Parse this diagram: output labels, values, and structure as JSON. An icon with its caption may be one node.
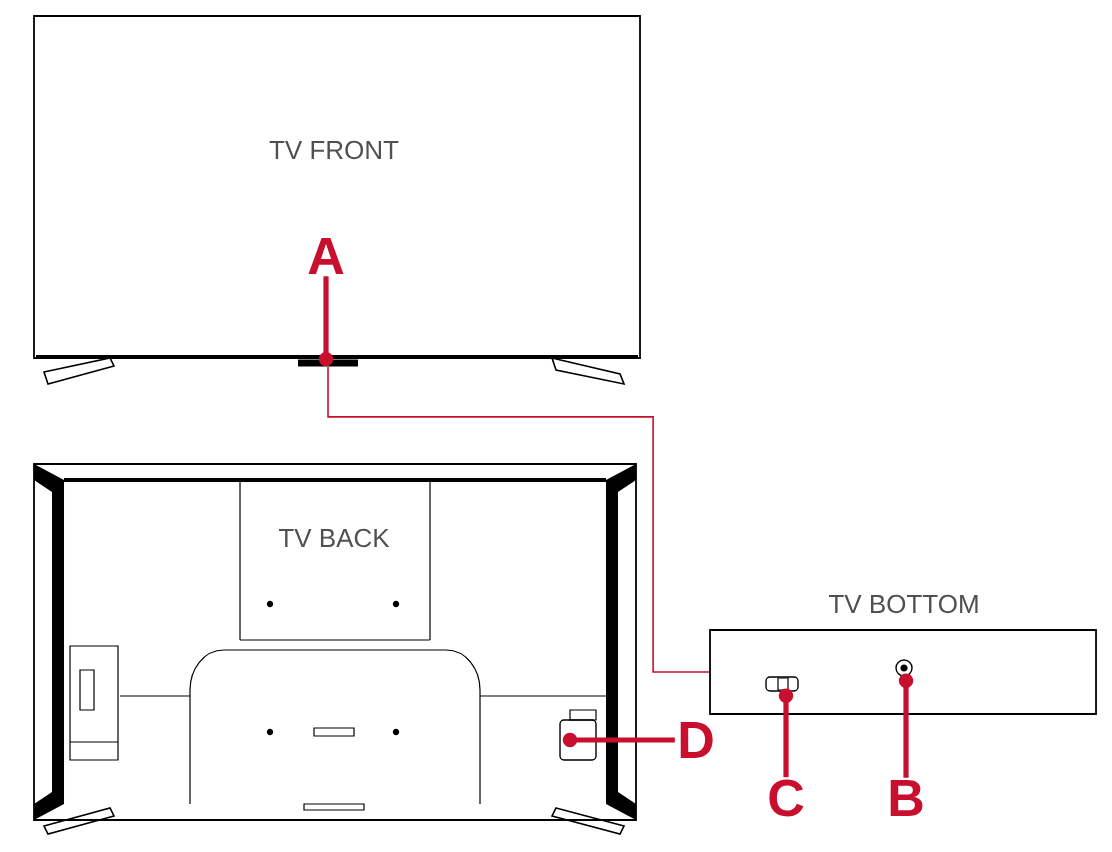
{
  "diagram": {
    "nodes": [
      {
        "text": [
          "TV FRONT"
        ]
      },
      {
        "text": [
          "TV BACK"
        ]
      },
      {
        "text": [
          "TV BOTTOM"
        ]
      },
      {
        "text": [
          "A"
        ],
        "in": 0
      },
      {
        "text": [
          "B"
        ]
      },
      {
        "text": [
          "C"
        ]
      },
      {
        "text": [
          "D"
        ]
      },
      {
        "text": [],
        "shape": "bar",
        "in": 0
      },
      {
        "text": [],
        "shape": "circle",
        "in": 2
      },
      {
        "text": [],
        "shape": "box",
        "in": 2
      },
      {
        "text": [],
        "shape": "box",
        "in": 1
      }
    ],
    "edges": [
      {
        "from": 3,
        "to": 7,
        "arrow": "other"
      },
      {
        "from": 7,
        "to": 2,
        "arrow": "none"
      },
      {
        "from": 4,
        "to": 8,
        "arrow": "other"
      },
      {
        "from": 5,
        "to": 9,
        "arrow": "other"
      },
      {
        "from": 6,
        "to": 10,
        "arrow": "other"
      }
    ]
  }
}
